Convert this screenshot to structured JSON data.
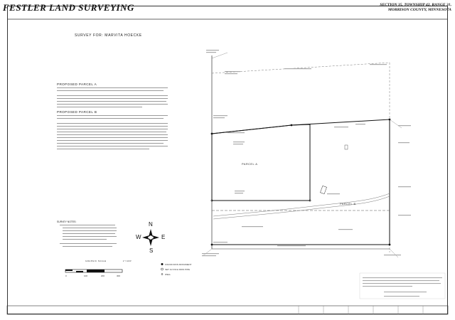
{
  "header": {
    "company": "FESTLER LAND SURVEYING",
    "company_address": "",
    "location_line1": "SECTION 35, TOWNSHIP 42, RANGE 31,",
    "location_line2": "MORRISON COUNTY, MINNESOTA"
  },
  "survey_for": "SURVEY FOR:  MARVITA HOECKE",
  "parcels": [
    {
      "heading": "PROPOSED PARCEL A"
    },
    {
      "heading": "PROPOSED PARCEL B"
    }
  ],
  "notes": {
    "heading": "SURVEY NOTES:"
  },
  "scale_bar": {
    "label": "GRAPHIC SCALE",
    "ratio": "1\"=100'",
    "ticks": [
      "0",
      "100",
      "200",
      "300"
    ]
  },
  "compass": {
    "north": "N",
    "south": "S",
    "east": "E",
    "west": "W"
  },
  "legend": [
    {
      "label": "FOUND IRON MONUMENT"
    },
    {
      "label": "SET 1/2 INCH IRON PIPE"
    },
    {
      "label": "WELL"
    }
  ],
  "plat_labels": {
    "parcel_a": "PARCEL A",
    "parcel_b": "PARCEL B"
  }
}
